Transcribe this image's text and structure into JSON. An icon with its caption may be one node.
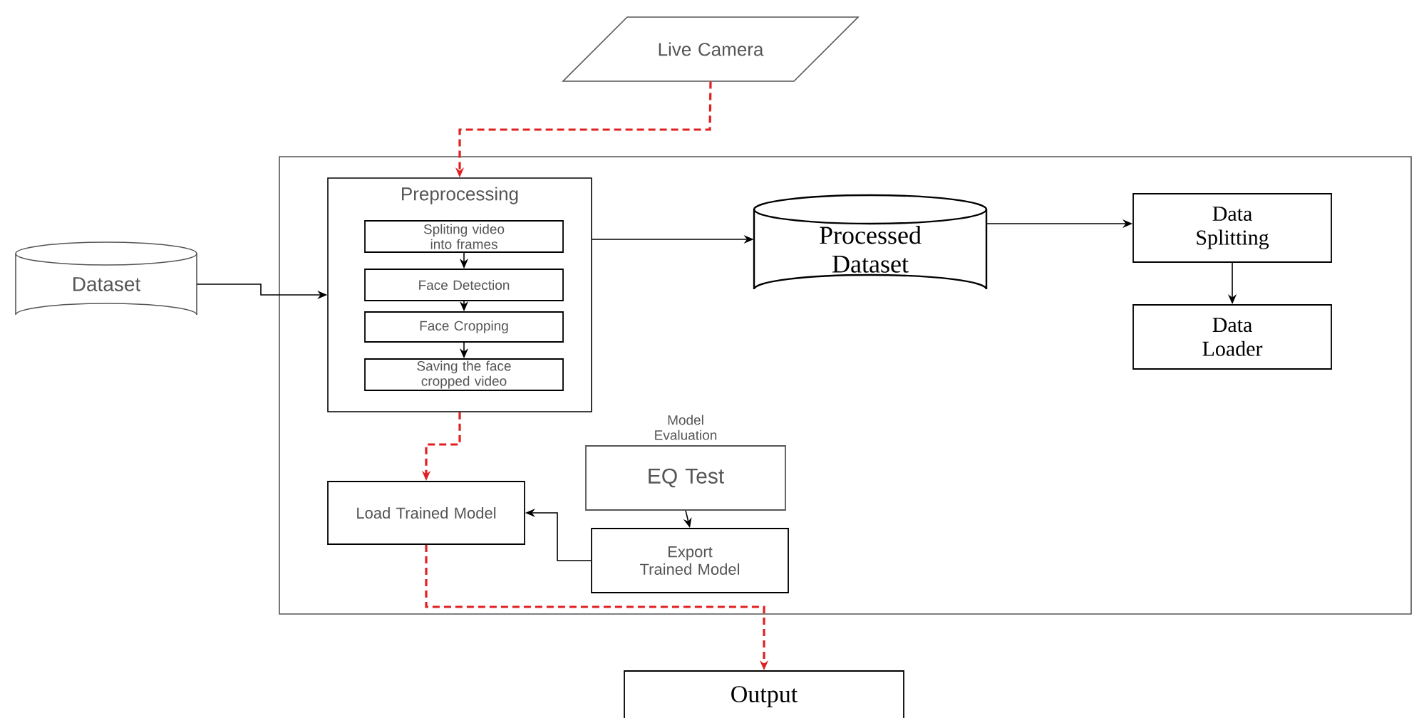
{
  "diagram": {
    "nodes": [
      {
        "text": [
          "Live Camera"
        ]
      },
      {
        "text": [],
        "shape": "box"
      },
      {
        "text": [
          "Dataset"
        ]
      },
      {
        "text": [
          "Preprocessing"
        ],
        "in": 1
      },
      {
        "text": [
          "Spliting video into frames"
        ],
        "in": 3
      },
      {
        "text": [
          "Face Detection"
        ],
        "in": 3
      },
      {
        "text": [
          "Face Cropping"
        ],
        "in": 3
      },
      {
        "text": [
          "Saving the face cropped video"
        ],
        "in": 3
      },
      {
        "text": [
          "Processed Dataset"
        ],
        "in": 1
      },
      {
        "text": [
          "Data Splitting"
        ],
        "in": 1
      },
      {
        "text": [
          "Data Loader"
        ],
        "in": 1
      },
      {
        "text": [
          "Model Evaluation",
          "EQ Test"
        ],
        "in": 1
      },
      {
        "text": [
          "Export Trained Model"
        ],
        "in": 1
      },
      {
        "text": [
          "Load Trained Model"
        ],
        "in": 1
      },
      {
        "text": [
          "Output"
        ]
      }
    ],
    "edges": [
      {
        "from": 0,
        "to": 3,
        "arrow": "to",
        "style": "dashed",
        "color": "#e02020"
      },
      {
        "from": 2,
        "to": 3,
        "arrow": "to"
      },
      {
        "from": 4,
        "to": 5,
        "arrow": "to"
      },
      {
        "from": 5,
        "to": 6,
        "arrow": "to"
      },
      {
        "from": 6,
        "to": 7,
        "arrow": "to"
      },
      {
        "from": 3,
        "to": 8,
        "arrow": "to"
      },
      {
        "from": 8,
        "to": 9,
        "arrow": "to"
      },
      {
        "from": 9,
        "to": 10,
        "arrow": "to"
      },
      {
        "from": 11,
        "to": 12,
        "arrow": "to"
      },
      {
        "from": 12,
        "to": 13,
        "arrow": "to"
      },
      {
        "from": 3,
        "to": 13,
        "arrow": "to",
        "style": "dashed",
        "color": "#e02020"
      },
      {
        "from": 13,
        "to": 14,
        "arrow": "to",
        "style": "dashed",
        "color": "#e02020"
      }
    ]
  }
}
